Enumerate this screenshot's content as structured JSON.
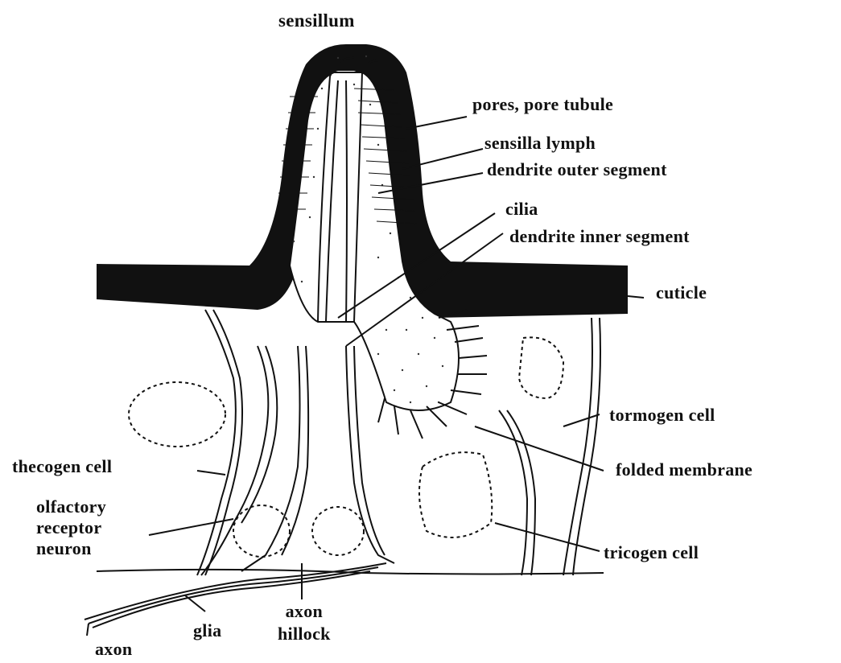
{
  "colors": {
    "ink": "#111111",
    "background": "#ffffff",
    "dots": "#333333"
  },
  "labels": {
    "title": "sensillum",
    "pores": "pores, pore tubule",
    "lymph": "sensilla lymph",
    "outer_segment": "dendrite outer segment",
    "cilia": "cilia",
    "inner_segment": "dendrite inner segment",
    "cuticle": "cuticle",
    "tormogen": "tormogen cell",
    "thecogen": "thecogen cell",
    "folded": "folded membrane",
    "olfactory": "olfactory",
    "receptor": "receptor",
    "neuron": "neuron",
    "tricogen": "tricogen cell",
    "axon_hillock_1": "axon",
    "axon_hillock_2": "hillock",
    "glia": "glia",
    "axon": "axon"
  }
}
